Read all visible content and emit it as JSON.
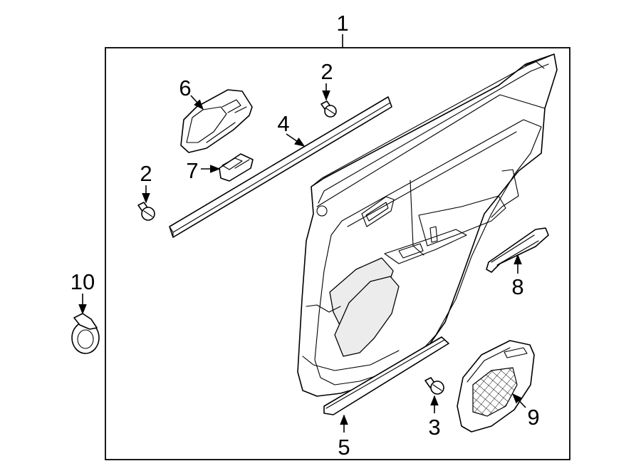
{
  "diagram": {
    "callouts": {
      "c1": "1",
      "c2a": "2",
      "c2b": "2",
      "c3": "3",
      "c4": "4",
      "c5": "5",
      "c6": "6",
      "c7": "7",
      "c8": "8",
      "c9": "9",
      "c10": "10"
    }
  }
}
